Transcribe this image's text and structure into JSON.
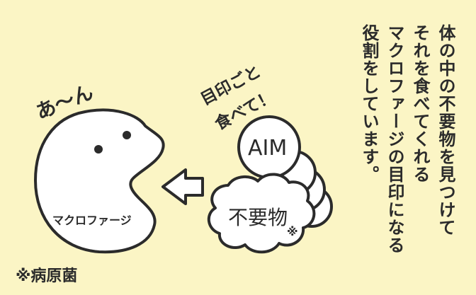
{
  "colors": {
    "background": "#fbf5c5",
    "ink": "#2b2b2b",
    "fill": "#ffffff"
  },
  "macrophage": {
    "exclamation": "あ〜ん",
    "label": "マクロファージ"
  },
  "speech": {
    "line1": "目印ごと",
    "line2": "食べて！"
  },
  "aim_label": "AIM",
  "waste": {
    "label": "不要物",
    "mark": "※"
  },
  "footnote": "※病原菌",
  "description": {
    "lines": [
      "体の中の不要物を見つけて",
      "それを食べてくれる",
      "マクロファージの目印になる",
      "役割をしています。"
    ]
  }
}
